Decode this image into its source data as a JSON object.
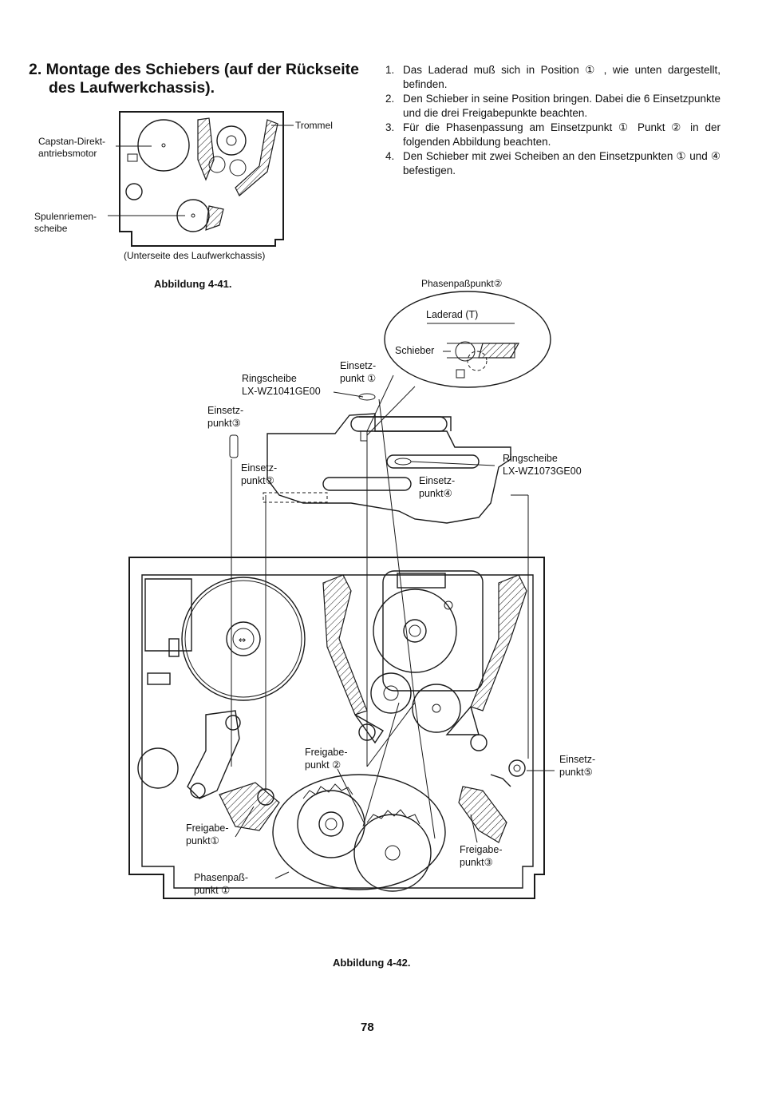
{
  "heading": {
    "line1": "2. Montage des Schiebers (auf der Rückseite",
    "line2": "des Laufwerkchassis)."
  },
  "steps": [
    {
      "num": "1.",
      "text": "Das Laderad muß sich in Position ① , wie unten dargestellt, befinden."
    },
    {
      "num": "2.",
      "text": "Den Schieber in seine Position bringen. Dabei die 6 Einsetzpunkte und die drei Freigabepunkte beachten."
    },
    {
      "num": "3.",
      "text": "Für die Phasenpassung am Einsetzpunkt ① Punkt ② in der folgenden Abbildung beachten."
    },
    {
      "num": "4.",
      "text": "Den Schieber mit zwei Scheiben an den Einsetzpunkten ① und ④ befestigen."
    }
  ],
  "fig41": {
    "trommel": "Trommel",
    "capstan_1": "Capstan-Direkt-",
    "capstan_2": "antriebsmotor",
    "spulen_1": "Spulenriemen-",
    "spulen_2": "scheibe",
    "underside": "(Unterseite des Laufwerkchassis)",
    "caption": "Abbildung 4-41."
  },
  "fig42": {
    "phasenpass2": "Phasenpaßpunkt②",
    "laderad": "Laderad (T)",
    "schieber": "Schieber",
    "einsetz1_a": "Einsetz-",
    "einsetz1_b": "punkt ①",
    "ringscheibe1_a": "Ringscheibe",
    "ringscheibe1_b": "LX-WZ1041GE00",
    "einsetz3_a": "Einsetz-",
    "einsetz3_b": "punkt③",
    "einsetz2_a": "Einsetz-",
    "einsetz2_b": "punkt②",
    "ringscheibe2_a": "Ringscheibe",
    "ringscheibe2_b": "LX-WZ1073GE00",
    "einsetz4_a": "Einsetz-",
    "einsetz4_b": "punkt④",
    "freigabe2_a": "Freigabe-",
    "freigabe2_b": "punkt ②",
    "einsetz5_a": "Einsetz-",
    "einsetz5_b": "punkt⑤",
    "freigabe1_a": "Freigabe-",
    "freigabe1_b": "punkt①",
    "freigabe3_a": "Freigabe-",
    "freigabe3_b": "punkt③",
    "phasenpass1_a": "Phasenpaß-",
    "phasenpass1_b": "punkt ①",
    "caption": "Abbildung 4-42."
  },
  "page_number": "78"
}
